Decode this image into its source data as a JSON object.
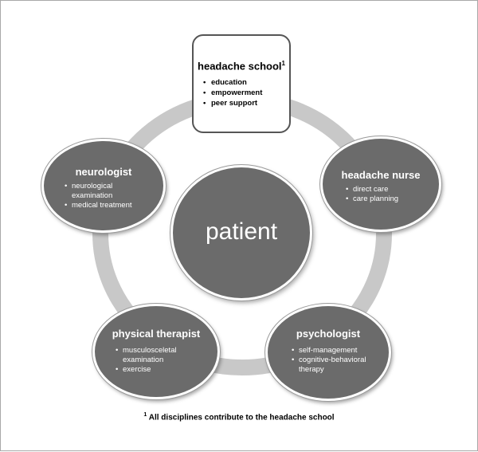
{
  "center": {
    "label": "patient"
  },
  "headache_school": {
    "title": "headache school",
    "footnote_marker": "1",
    "items": [
      "education",
      "empowerment",
      "peer support"
    ]
  },
  "nodes": {
    "headache_nurse": {
      "title": "headache nurse",
      "items": [
        "direct care",
        "care planning"
      ]
    },
    "psychologist": {
      "title": "psychologist",
      "items": [
        "self-management",
        "cognitive-behavioral therapy"
      ]
    },
    "physical_therapist": {
      "title": "physical therapist",
      "items": [
        "musculosceletal examination",
        "exercise"
      ]
    },
    "neurologist": {
      "title": "neurologist",
      "items": [
        "neurological examination",
        "medical treatment"
      ]
    }
  },
  "footnote": {
    "marker": "1",
    "text": "All disciplines contribute to the headache school"
  },
  "colors": {
    "node_fill": "#6b6b6b",
    "ring": "#c8c8c8",
    "text_on_node": "#ffffff"
  }
}
